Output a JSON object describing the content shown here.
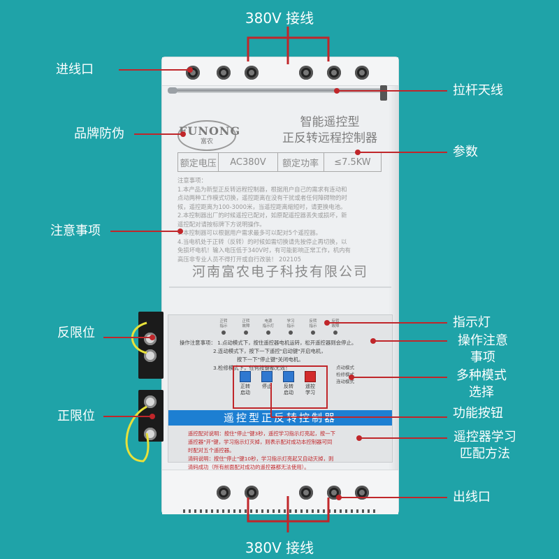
{
  "header": {
    "top_label": "380V 接线",
    "bottom_label": "380V 接线"
  },
  "callouts_left": {
    "inlet": "进线口",
    "brand": "品牌防伪",
    "notice": "注意事项",
    "reverse_limit": "反限位",
    "forward_limit": "正限位"
  },
  "callouts_right": {
    "antenna": "拉杆天线",
    "params": "参数",
    "indicator": "指示灯",
    "op_notes_1": "操作注意",
    "op_notes_2": "事项",
    "modes_1": "多种模式",
    "modes_2": "选择",
    "function_buttons": "功能按钮",
    "learning_1": "遥控器学习",
    "learning_2": "匹配方法",
    "outlet": "出线口"
  },
  "device": {
    "brand": {
      "name": "FUNONG",
      "sub": "富农"
    },
    "title_1": "智能遥控型",
    "title_2": "正反转远程控制器",
    "params": {
      "voltage_label": "额定电压",
      "voltage_value": "AC380V",
      "power_label": "额定功率",
      "power_value": "≤7.5KW"
    },
    "notes": [
      "注意事项：",
      "1.本产品为新型正反转远程控制器，根据用户自己的需求有连动和",
      "点动两种工作模式切换，遥控距离在没有干扰或者任何障碍物的时",
      "候，遥控距离为100-3000米，当遥控距离缩短时，请更换电池。",
      "2.本控制器出厂的时候遥控已配对，如原配遥控器丢失或损坏，新",
      "遥控配对请按标牌下方说明操作。",
      "3.本控制器可以根据用户需求最多可以配对5个遥控器。",
      "4.当电机处于正转（反转）的时候如需切换请先按停止再切换，以",
      "免损坏电机！输入电压低于340V时，有可能影响正常工作，机内有",
      "高压非专业人员不得打开或自行改装！  202105"
    ],
    "company": "河南富农电子科技有限公司",
    "leds": [
      {
        "l1": "正转",
        "l2": "指示"
      },
      {
        "l1": "正转",
        "l2": "故障"
      },
      {
        "l1": "电源",
        "l2": "指示灯"
      },
      {
        "l1": "学习",
        "l2": "指示"
      },
      {
        "l1": "反转",
        "l2": "指示"
      },
      {
        "l1": "反转",
        "l2": "故障"
      }
    ],
    "op_notes": [
      "操作注意事项：  1.点动模式下，按住遥控器电机运转，松开遥控器则会停止。",
      "2.连动模式下，按下一下遥控\"启动键\"开启电机，",
      "按下一下\"停止键\"关闭电机。",
      "3.检修模式下，任何按键都无效！"
    ],
    "buttons": [
      {
        "l1": "正转",
        "l2": "启动"
      },
      {
        "l1": "停止",
        "l2": ""
      },
      {
        "l1": "反转",
        "l2": "启动"
      },
      {
        "l1": "遥控",
        "l2": "学习"
      }
    ],
    "modes": [
      "点动模式",
      "检修模式",
      "连动模式"
    ],
    "bar_title": "遥控型正反转控制器",
    "pair_notes": [
      "遥控配对说明：按住\"停止\"键3秒，遥控学习指示灯亮起，按一下",
      "遥控器\"开\"键，学习指示灯灭掉，则表示配对成功本控制器可同",
      "时配对五个遥控器。",
      "清码说明：按住\"停止\"键10秒，学习指示灯亮起又自动灭掉，则",
      "清码成功（所有前面配对成功的遥控器都无法使用）。"
    ]
  }
}
